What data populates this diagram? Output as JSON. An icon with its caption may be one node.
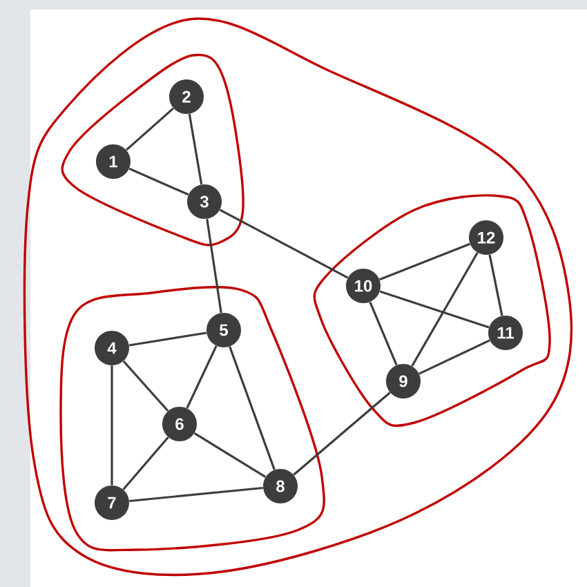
{
  "diagram": {
    "nodes": [
      {
        "text": [],
        "shape": "blob"
      },
      {
        "text": [],
        "shape": "blob",
        "in": 0
      },
      {
        "text": [
          "1"
        ],
        "in": 1
      },
      {
        "text": [
          "2"
        ],
        "in": 1
      },
      {
        "text": [
          "3"
        ],
        "in": 1
      },
      {
        "text": [],
        "shape": "blob",
        "in": 0
      },
      {
        "text": [
          "4"
        ],
        "in": 5
      },
      {
        "text": [
          "5"
        ],
        "in": 5
      },
      {
        "text": [
          "6"
        ],
        "in": 5
      },
      {
        "text": [
          "7"
        ],
        "in": 5
      },
      {
        "text": [
          "8"
        ],
        "in": 5
      },
      {
        "text": [],
        "shape": "blob",
        "in": 0
      },
      {
        "text": [
          "9"
        ],
        "in": 11
      },
      {
        "text": [
          "10"
        ],
        "in": 11
      },
      {
        "text": [
          "11"
        ],
        "in": 11
      },
      {
        "text": [
          "12"
        ],
        "in": 11
      }
    ],
    "edges": [
      {
        "from": 2,
        "to": 3,
        "arrow": "none"
      },
      {
        "from": 2,
        "to": 4,
        "arrow": "none"
      },
      {
        "from": 3,
        "to": 4,
        "arrow": "none"
      },
      {
        "from": 4,
        "to": 7,
        "arrow": "none"
      },
      {
        "from": 4,
        "to": 13,
        "arrow": "none"
      },
      {
        "from": 6,
        "to": 7,
        "arrow": "none"
      },
      {
        "from": 6,
        "to": 8,
        "arrow": "none"
      },
      {
        "from": 6,
        "to": 9,
        "arrow": "none"
      },
      {
        "from": 7,
        "to": 8,
        "arrow": "none"
      },
      {
        "from": 7,
        "to": 10,
        "arrow": "none"
      },
      {
        "from": 8,
        "to": 9,
        "arrow": "none"
      },
      {
        "from": 8,
        "to": 10,
        "arrow": "none"
      },
      {
        "from": 9,
        "to": 10,
        "arrow": "none"
      },
      {
        "from": 10,
        "to": 12,
        "arrow": "none"
      },
      {
        "from": 12,
        "to": 13,
        "arrow": "none"
      },
      {
        "from": 12,
        "to": 14,
        "arrow": "none"
      },
      {
        "from": 12,
        "to": 15,
        "arrow": "none"
      },
      {
        "from": 13,
        "to": 14,
        "arrow": "none"
      },
      {
        "from": 13,
        "to": 15,
        "arrow": "none"
      },
      {
        "from": 14,
        "to": 15,
        "arrow": "none"
      }
    ]
  }
}
